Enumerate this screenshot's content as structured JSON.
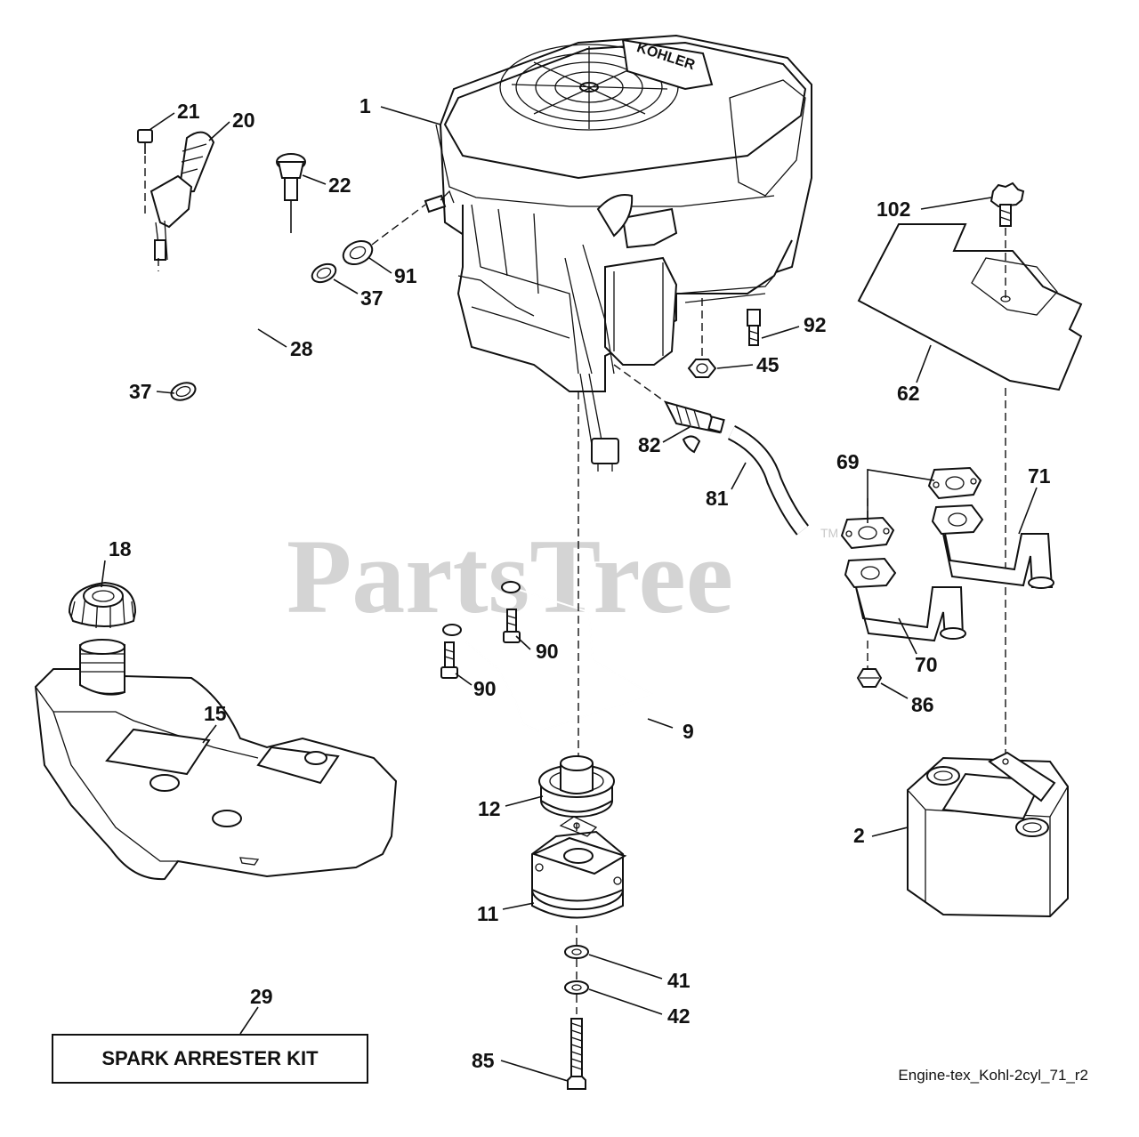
{
  "watermark": {
    "text": "PartsTree",
    "trademark": "TM"
  },
  "engine_brand": "KOHLER",
  "kit_box": {
    "label": "SPARK ARRESTER KIT"
  },
  "diagram_code": "Engine-tex_Kohl-2cyl_71_r2",
  "callouts": [
    {
      "id": "c1",
      "label": "1"
    },
    {
      "id": "c21",
      "label": "21"
    },
    {
      "id": "c20",
      "label": "20"
    },
    {
      "id": "c22",
      "label": "22"
    },
    {
      "id": "c91",
      "label": "91"
    },
    {
      "id": "c37a",
      "label": "37"
    },
    {
      "id": "c28",
      "label": "28"
    },
    {
      "id": "c37b",
      "label": "37"
    },
    {
      "id": "c102",
      "label": "102"
    },
    {
      "id": "c92",
      "label": "92"
    },
    {
      "id": "c45",
      "label": "45"
    },
    {
      "id": "c62",
      "label": "62"
    },
    {
      "id": "c82",
      "label": "82"
    },
    {
      "id": "c81",
      "label": "81"
    },
    {
      "id": "c69",
      "label": "69"
    },
    {
      "id": "c71",
      "label": "71"
    },
    {
      "id": "c18",
      "label": "18"
    },
    {
      "id": "c90a",
      "label": "90"
    },
    {
      "id": "c90b",
      "label": "90"
    },
    {
      "id": "c70",
      "label": "70"
    },
    {
      "id": "c86",
      "label": "86"
    },
    {
      "id": "c15",
      "label": "15"
    },
    {
      "id": "c9",
      "label": "9"
    },
    {
      "id": "c12",
      "label": "12"
    },
    {
      "id": "c2",
      "label": "2"
    },
    {
      "id": "c11",
      "label": "11"
    },
    {
      "id": "c41",
      "label": "41"
    },
    {
      "id": "c42",
      "label": "42"
    },
    {
      "id": "c29",
      "label": "29"
    },
    {
      "id": "c85",
      "label": "85"
    }
  ]
}
